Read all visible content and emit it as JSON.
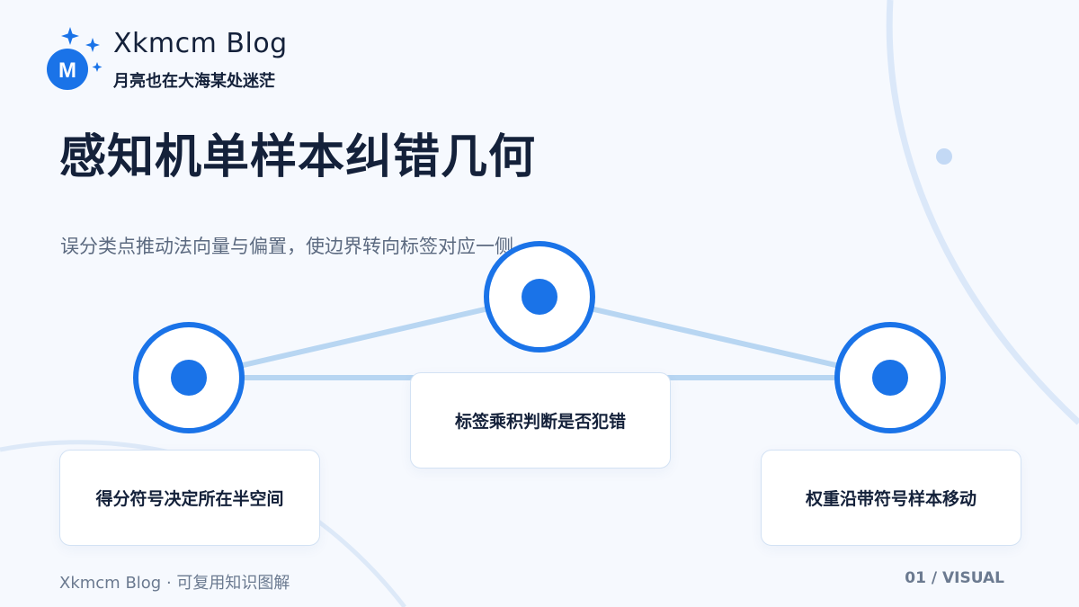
{
  "brand": {
    "name": "Xkmcm  Blog",
    "tagline": "月亮也在大海某处迷茫",
    "logo_letter": "M"
  },
  "title": "感知机单样本纠错几何",
  "subtitle": "误分类点推动法向量与偏置，使边界转向标签对应一侧",
  "diagram": {
    "nodes": [
      {
        "label": "得分符号决定所在半空间"
      },
      {
        "label": "标签乘积判断是否犯错"
      },
      {
        "label": "权重沿带符号样本移动"
      }
    ]
  },
  "footer": {
    "left": "Xkmcm Blog · 可复用知识图解",
    "right": "01 / VISUAL"
  },
  "colors": {
    "background": "#f6f9fe",
    "accent": "#1a73e8",
    "connector": "#b8d6f2",
    "text": "#14213a",
    "muted": "#6b7a90"
  }
}
